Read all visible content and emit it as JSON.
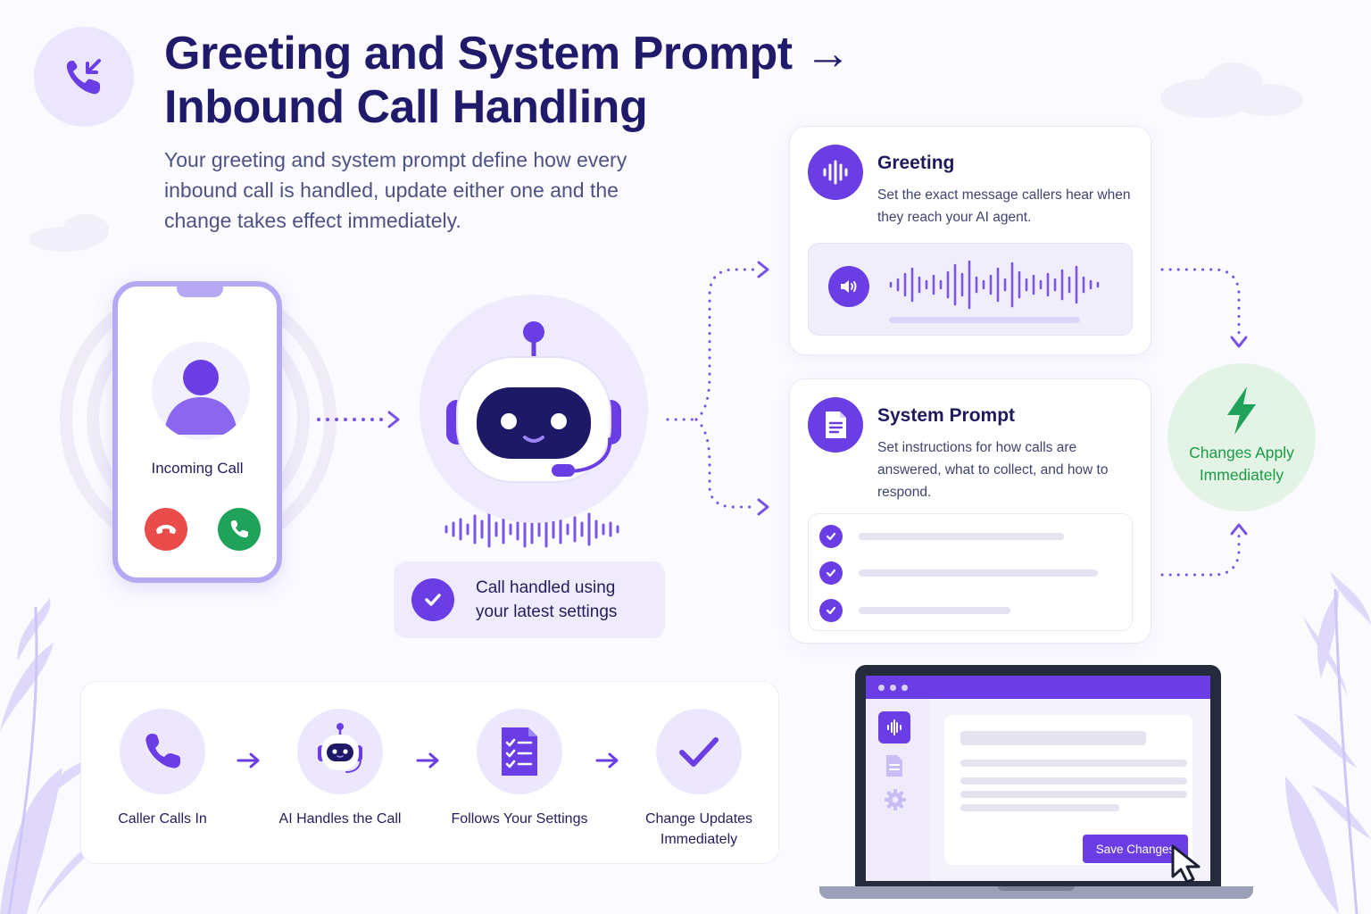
{
  "header": {
    "title_line1": "Greeting and System Prompt →",
    "title_line2": "Inbound Call Handling",
    "subtitle": "Your greeting and system prompt define how every inbound call is handled, update either one and the change takes effect immediately.",
    "icon": "phone-incoming-icon"
  },
  "phone": {
    "label": "Incoming Call",
    "decline_icon": "phone-hangup-icon",
    "accept_icon": "phone-icon"
  },
  "handled": {
    "text_line1": "Call handled using",
    "text_line2": "your latest settings"
  },
  "greeting_card": {
    "title": "Greeting",
    "description": "Set the exact message callers hear when they reach your AI agent.",
    "icon": "audio-wave-icon"
  },
  "prompt_card": {
    "title": "System Prompt",
    "description": "Set instructions for how calls are answered, what to collect, and how to respond.",
    "icon": "document-icon",
    "checklist_count": 3
  },
  "changes": {
    "line1": "Changes Apply",
    "line2": "Immediately",
    "icon": "lightning-icon"
  },
  "steps": [
    {
      "label": "Caller Calls In",
      "icon": "phone-icon"
    },
    {
      "label": "AI Handles the Call",
      "icon": "robot-icon"
    },
    {
      "label": "Follows Your Settings",
      "icon": "checklist-icon"
    },
    {
      "label_line1": "Change Updates",
      "label_line2": "Immediately",
      "icon": "checkmark-icon"
    }
  ],
  "laptop": {
    "save_label": "Save Changes"
  },
  "colors": {
    "accent": "#6a3ee4",
    "title": "#201a6b",
    "success": "#1c9a45",
    "decline": "#ea4b4b",
    "accept": "#1fa35a"
  }
}
